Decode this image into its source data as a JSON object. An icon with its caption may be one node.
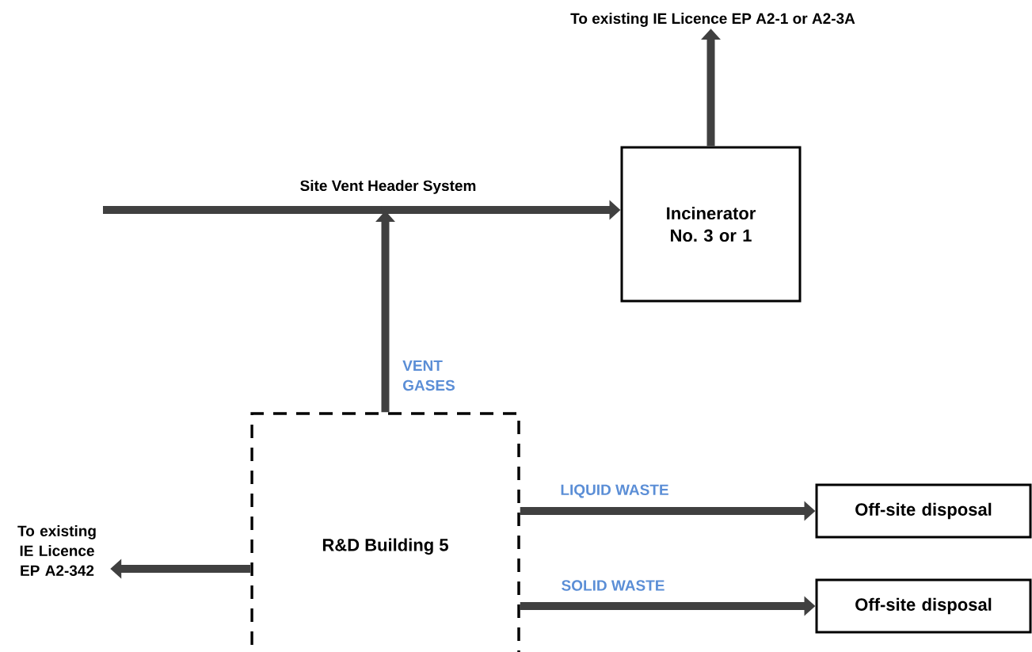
{
  "diagram": {
    "nodes": [
      {
        "text": [
          "Incinerator No. 3 or 1"
        ]
      },
      {
        "text": [
          "R&D Building 5"
        ]
      },
      {
        "text": [
          "Off-site disposal"
        ]
      },
      {
        "text": [
          "Off-site disposal"
        ]
      },
      {
        "text": [
          "To existing IE Licence EP A2-1 or A2-3A"
        ]
      },
      {
        "text": [
          "To existing IE Licence EP A2-342"
        ]
      }
    ],
    "edges": [
      {
        "from": null,
        "to": 0,
        "arrow": "to",
        "label": "Site Vent Header System"
      },
      {
        "from": 1,
        "to": 0,
        "arrow": "to",
        "label": "VENT GASES"
      },
      {
        "from": 0,
        "to": 4,
        "arrow": "to"
      },
      {
        "from": 1,
        "to": 5,
        "arrow": "to"
      },
      {
        "from": 1,
        "to": 2,
        "arrow": "to",
        "label": "LIQUID WASTE"
      },
      {
        "from": 1,
        "to": 3,
        "arrow": "to",
        "label": "SOLID WASTE"
      }
    ]
  }
}
